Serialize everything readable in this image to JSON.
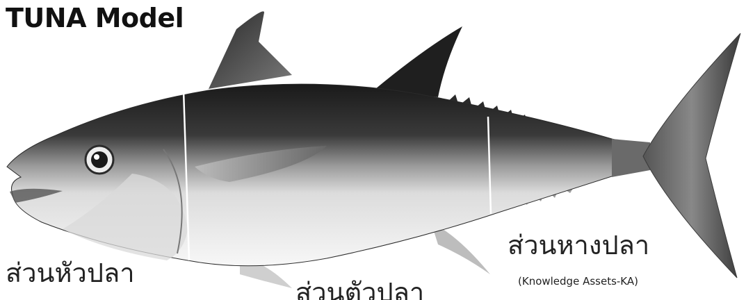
{
  "title": "TUNA Model",
  "sections": {
    "head": "ส่วนหัวปลา",
    "body": "ส่วนตัวปลา",
    "tail": "ส่วนหางปลา",
    "tail_sub": "(Knowledge Assets-KA)"
  },
  "colors": {
    "back": "#1e1e1e",
    "belly": "#f2f2f2",
    "divider": "#ffffff",
    "text": "#222222"
  },
  "icons": [
    "tuna-fish-illustration",
    "fish-eye-icon"
  ]
}
